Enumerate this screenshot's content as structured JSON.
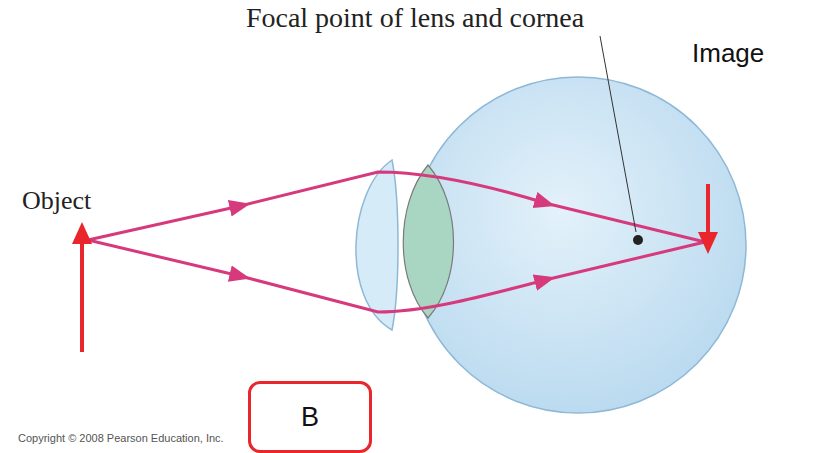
{
  "diagram": {
    "nodes": [
      {
        "text": [
          "B"
        ]
      }
    ],
    "labels": [
      "Focal point of lens and cornea",
      "Object",
      "Image",
      "Copyright © 2008 Pearson Education, Inc."
    ]
  }
}
